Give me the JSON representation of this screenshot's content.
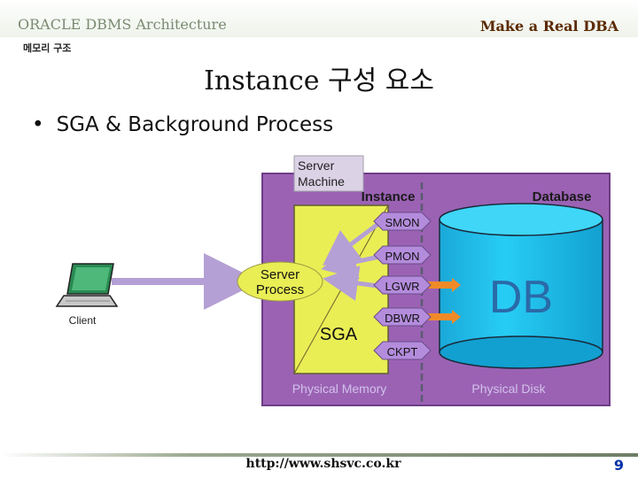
{
  "header": {
    "left_title": "ORACLE DBMS Architecture",
    "right_title": "Make a Real DBA",
    "sub_label": "메모리 구조"
  },
  "slide": {
    "title": "Instance 구성 요소",
    "bullet": "SGA & Background Process"
  },
  "diagram": {
    "server_machine_label": "Server Machine",
    "instance_label": "Instance",
    "database_label": "Database",
    "server_process_label": "Server Process",
    "client_label": "Client",
    "sga_label": "SGA",
    "db_label": "DB",
    "physical_memory_label": "Physical Memory",
    "physical_disk_label": "Physical Disk",
    "processes": [
      "SMON",
      "PMON",
      "LGWR",
      "DBWR",
      "CKPT"
    ],
    "colors": {
      "machine_bg": "#9b62b4",
      "sga_fill": "#e9ee55",
      "cylinder_fill": "#1fc6f0",
      "process_pill": "#b48cdc",
      "arrow_purple": "#b4a0d4",
      "arrow_orange": "#f08a28"
    }
  },
  "footer": {
    "url": "http://www.shsvc.co.kr",
    "page_number": "9"
  }
}
